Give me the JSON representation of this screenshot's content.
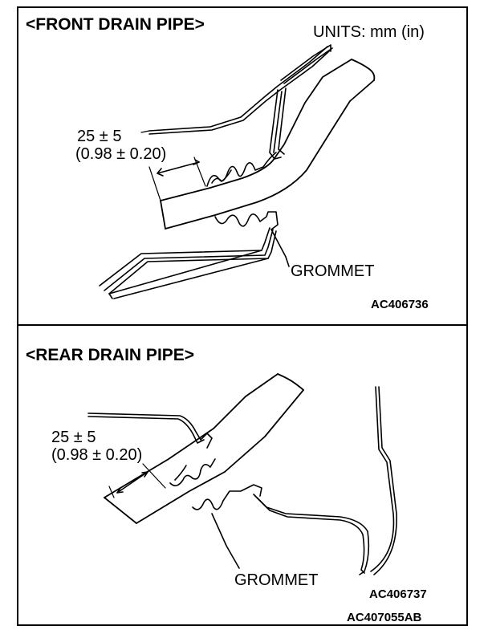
{
  "front": {
    "title": "<FRONT DRAIN PIPE>",
    "units": "UNITS: mm (in)",
    "dimension": "25 ± 5",
    "dimension_imperial": "(0.98 ± 0.20)",
    "part_label": "GROMMET",
    "figure_code": "AC406736"
  },
  "rear": {
    "title": "<REAR DRAIN PIPE>",
    "dimension": "25 ± 5",
    "dimension_imperial": "(0.98 ± 0.20)",
    "part_label": "GROMMET",
    "figure_code": "AC406737"
  },
  "document_code": "AC407055AB"
}
